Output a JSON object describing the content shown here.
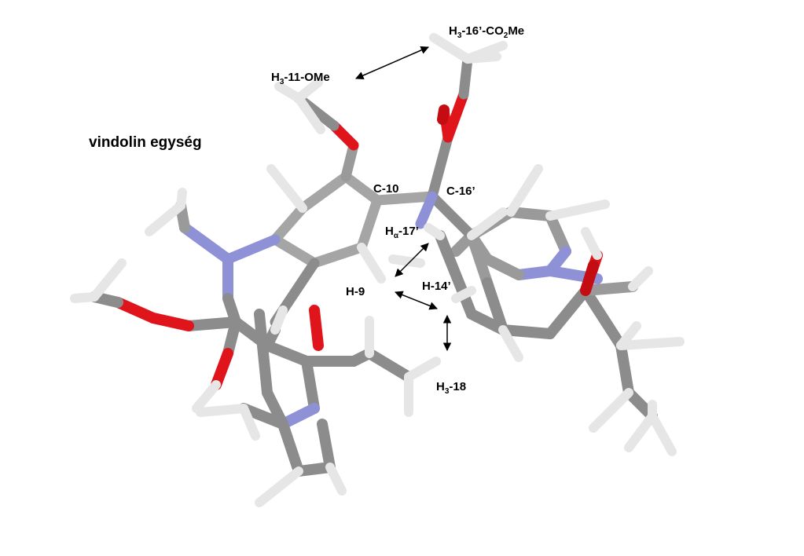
{
  "figure": {
    "title": "vindolin egység",
    "labels": {
      "h3_16_co2me": {
        "base": "H",
        "sub1": "3",
        "mid": "-16’-CO",
        "sub2": "2",
        "tail": "Me"
      },
      "h3_11_ome": {
        "base": "H",
        "sub1": "3",
        "tail": "-11-OMe"
      },
      "c10": "C-10",
      "c16": "C-16’",
      "ha17": {
        "base": "H",
        "sub1": "α",
        "tail": "-17’"
      },
      "h9": "H-9",
      "h14": "H-14’",
      "h3_18": {
        "base": "H",
        "sub1": "3",
        "tail": "-18"
      }
    },
    "colors": {
      "carbon": "#8c8c8c",
      "carbon_dark": "#5e5e5e",
      "hydrogen": "#e8e8e8",
      "oxygen": "#e0141b",
      "nitrogen": "#8f91d6",
      "arrow": "#000000"
    }
  }
}
